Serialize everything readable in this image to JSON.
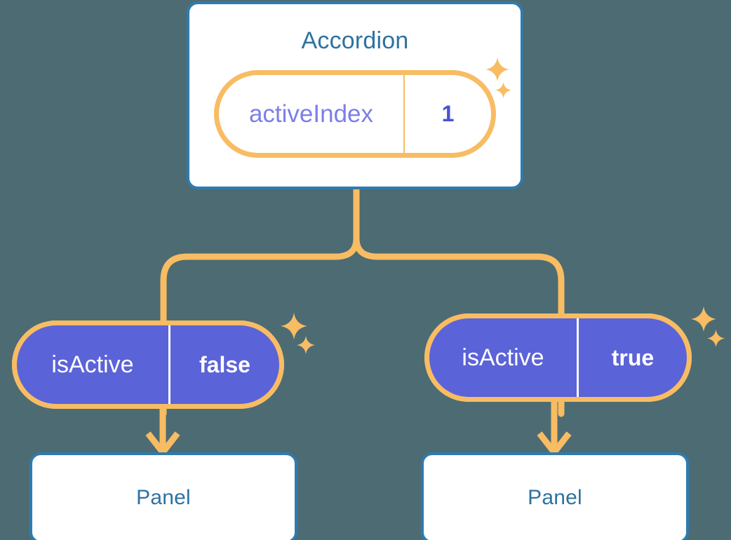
{
  "diagram": {
    "type": "component-state-tree",
    "background_color": "#4d6b73",
    "accent_colors": {
      "card_border": "#2f7bae",
      "card_title_text": "#2e72a0",
      "pill_ring_outer": "#fadfb5",
      "pill_ring_inner": "#f8bc63",
      "pill_fill_purple": "#5b63d8",
      "state_key_text": "#7c7fe8",
      "state_value_text": "#4b51d4",
      "connector": "#f8bc63"
    }
  },
  "root": {
    "title": "Accordion",
    "state": {
      "key": "activeIndex",
      "value": "1"
    }
  },
  "children": [
    {
      "state": {
        "key": "isActive",
        "value": "false"
      },
      "component": {
        "title": "Panel"
      }
    },
    {
      "state": {
        "key": "isActive",
        "value": "true"
      },
      "component": {
        "title": "Panel"
      }
    }
  ],
  "icons": {
    "sparkle_big": "sparkle-icon",
    "sparkle_small": "sparkle-small-icon",
    "arrow": "arrow-down-icon",
    "fork": "fork-connector-icon"
  }
}
